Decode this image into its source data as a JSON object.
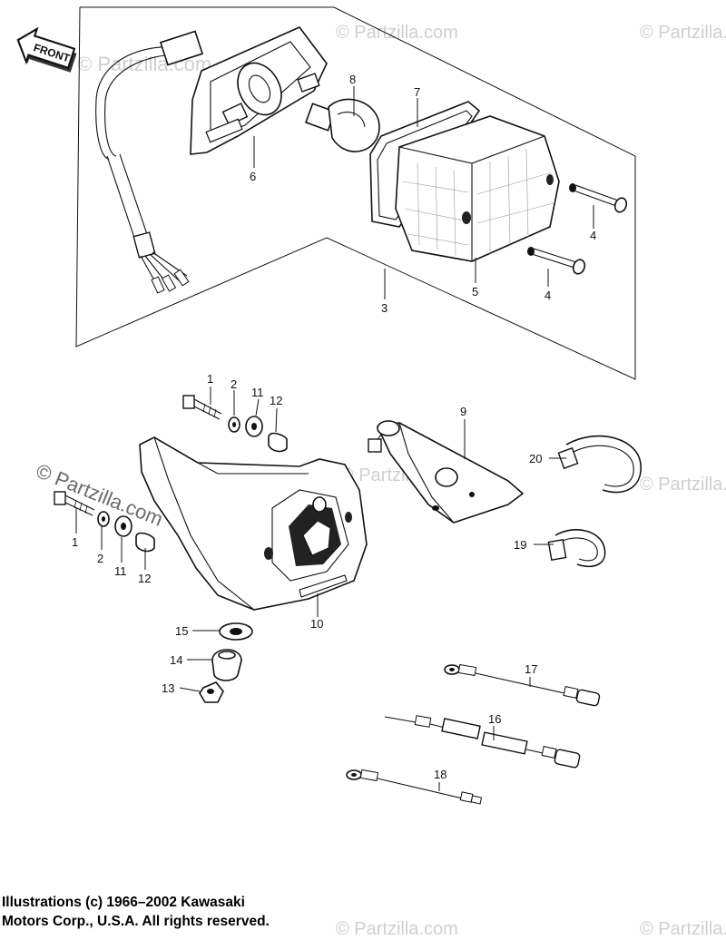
{
  "front_arrow": {
    "text": "FRONT",
    "icon": "front-arrow-icon"
  },
  "watermark": {
    "text": "© Partzilla.com"
  },
  "callouts": {
    "c1a": "1",
    "c2a": "2",
    "c11a": "11",
    "c12a": "12",
    "c1b": "1",
    "c2b": "2",
    "c11b": "11",
    "c12b": "12",
    "c3": "3",
    "c4a": "4",
    "c4b": "4",
    "c5": "5",
    "c6": "6",
    "c7": "7",
    "c8": "8",
    "c9": "9",
    "c10": "10",
    "c13": "13",
    "c14": "14",
    "c15": "15",
    "c16": "16",
    "c17": "17",
    "c18": "18",
    "c19": "19",
    "c20": "20"
  },
  "copyright": {
    "line1": "Illustrations (c) 1966–2002 Kawasaki",
    "line2": "Motors Corp., U.S.A.  All rights reserved."
  }
}
